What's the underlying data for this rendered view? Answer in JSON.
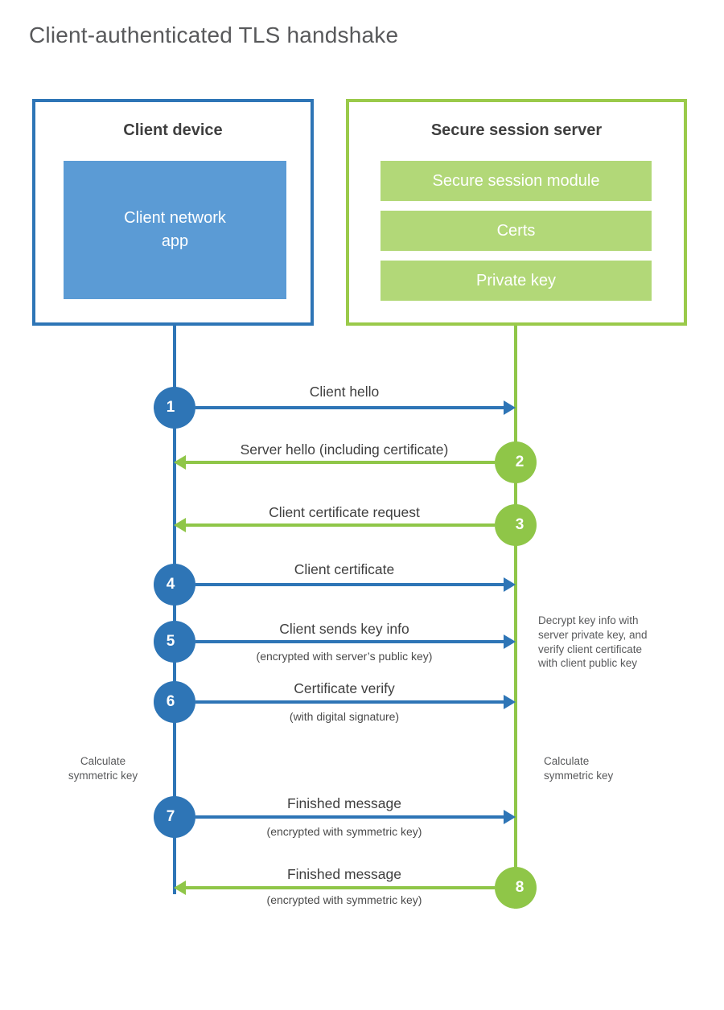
{
  "title": "Client-authenticated TLS handshake",
  "client": {
    "title": "Client device",
    "app_label": "Client network\napp"
  },
  "server": {
    "title": "Secure session server",
    "modules": [
      "Secure session module",
      "Certs",
      "Private key"
    ]
  },
  "messages": [
    {
      "step": "1",
      "from": "client",
      "direction": "right",
      "label": "Client hello",
      "sublabel": ""
    },
    {
      "step": "2",
      "from": "server",
      "direction": "left",
      "label": "Server hello (including certificate)",
      "sublabel": ""
    },
    {
      "step": "3",
      "from": "server",
      "direction": "left",
      "label": "Client certificate request",
      "sublabel": ""
    },
    {
      "step": "4",
      "from": "client",
      "direction": "right",
      "label": "Client certificate",
      "sublabel": ""
    },
    {
      "step": "5",
      "from": "client",
      "direction": "right",
      "label": "Client sends key info",
      "sublabel": "(encrypted with server’s public key)"
    },
    {
      "step": "6",
      "from": "client",
      "direction": "right",
      "label": "Certificate verify",
      "sublabel": "(with digital signature)"
    },
    {
      "step": "7",
      "from": "client",
      "direction": "right",
      "label": "Finished message",
      "sublabel": "(encrypted with symmetric key)"
    },
    {
      "step": "8",
      "from": "server",
      "direction": "left",
      "label": "Finished message",
      "sublabel": "(encrypted with symmetric key)"
    }
  ],
  "annotations": {
    "decrypt_note": "Decrypt key info with\nserver private key, and\nverify client certificate\nwith client public key",
    "calc_left": "Calculate\nsymmetric key",
    "calc_right": "Calculate\nsymmetric key"
  },
  "colors": {
    "blue": "#2e75b6",
    "light_blue": "#5b9bd5",
    "green": "#8fc648",
    "light_green": "#b2d878",
    "text_dark": "#3f3f3f",
    "text_gray": "#58595b"
  }
}
